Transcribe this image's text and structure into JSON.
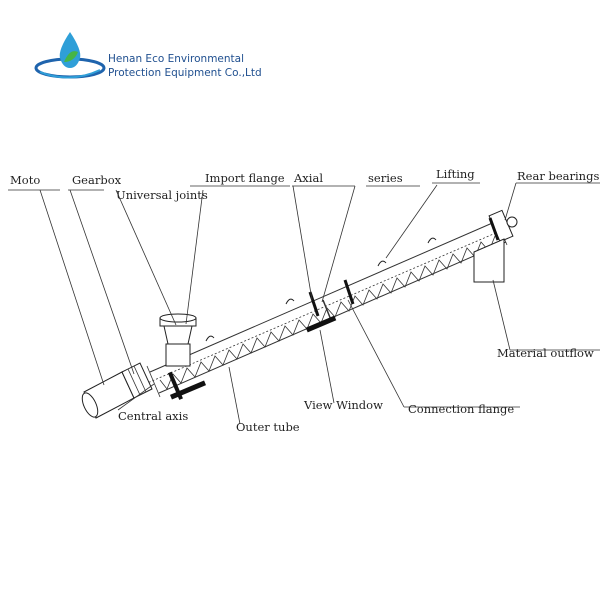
{
  "company": {
    "name_line1": "Henan Eco Environmental",
    "name_line2": "Protection Equipment Co.,Ltd",
    "logo_colors": {
      "drop": "#2f9fd8",
      "leaf": "#45b548",
      "ring": "#1f64ad"
    }
  },
  "labels": {
    "moto": "Moto",
    "gearbox": "Gearbox",
    "universal_joints": "Universal joints",
    "import_flange": "Import flange",
    "axial": "Axial",
    "series": "series",
    "lifting": "Lifting",
    "rear_bearings": "Rear bearings",
    "material_outflow": "Material outflow",
    "central_axis": "Central axis",
    "outer_tube": "Outer tube",
    "view_window": "View Window",
    "connection_flange": "Connection flange"
  }
}
